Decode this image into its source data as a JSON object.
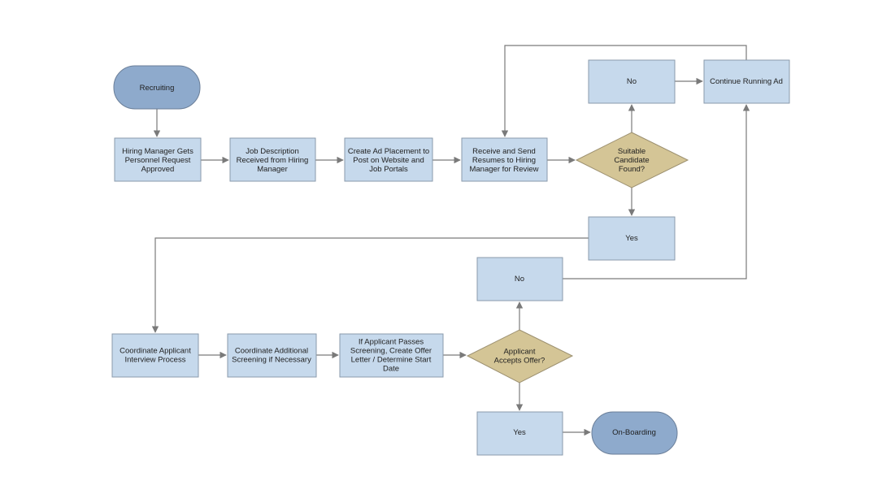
{
  "nodes": {
    "recruiting": [
      "Recruiting"
    ],
    "hiring_manager": [
      "Hiring Manager Gets",
      "Personnel Request",
      "Approved"
    ],
    "job_description": [
      "Job Description",
      "Received from Hiring",
      "Manager"
    ],
    "create_ad": [
      "Create Ad Placement to",
      "Post on Website and",
      "Job Portals"
    ],
    "receive_resumes": [
      "Receive and Send",
      "Resumes to Hiring",
      "Manager for Review"
    ],
    "suitable_candidate": [
      "Suitable",
      "Candidate",
      "Found?"
    ],
    "no_top": [
      "No"
    ],
    "continue_ad": [
      "Continue Running Ad"
    ],
    "yes_top": [
      "Yes"
    ],
    "coordinate_interview": [
      "Coordinate Applicant",
      "Interview Process"
    ],
    "coordinate_screening": [
      "Coordinate Additional",
      "Screening if Necessary"
    ],
    "create_offer": [
      "If Applicant Passes",
      "Screening, Create Offer",
      "Letter / Determine Start",
      "Date"
    ],
    "accepts_offer": [
      "Applicant",
      "Accepts Offer?"
    ],
    "no_bottom": [
      "No"
    ],
    "yes_bottom": [
      "Yes"
    ],
    "onboarding": [
      "On-Boarding"
    ]
  },
  "colors": {
    "process_fill": "#c6d9ec",
    "terminal_fill": "#8eaacc",
    "decision_fill": "#d4c596",
    "connector": "#7a7a7a"
  }
}
